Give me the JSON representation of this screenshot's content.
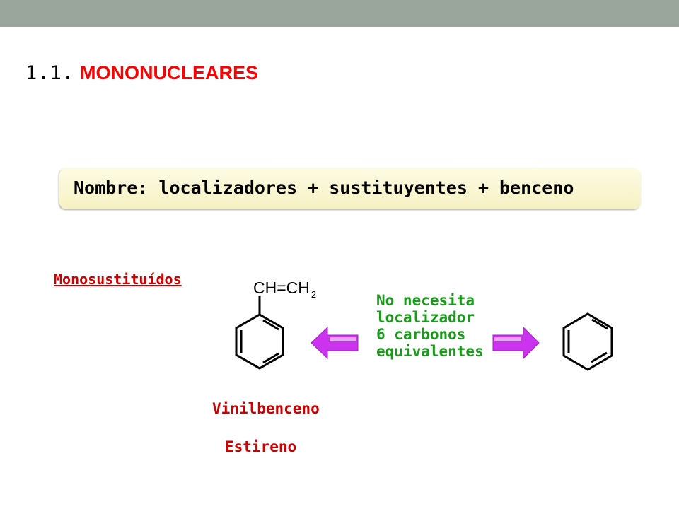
{
  "slide": {
    "section_number": "1.1.",
    "section_title": "MONONUCLEARES",
    "rule_box": "Nombre: localizadores + sustituyentes + benceno",
    "category": "Monosustituídos",
    "formula_main": "CH=CH",
    "formula_subscript": "2",
    "note_lines": [
      "No necesita",
      "localizador",
      "6 carbonos",
      "equivalentes"
    ],
    "name_primary": "Vinilbenceno",
    "name_common": "Estireno"
  },
  "colors": {
    "top_bar": "#9aa69c",
    "title_red": "#ff0000",
    "label_red": "#cc0000",
    "note_green": "#1a9a1a",
    "arrow_magenta": "#cc33ee",
    "box_fill": "#f8f3cc"
  }
}
